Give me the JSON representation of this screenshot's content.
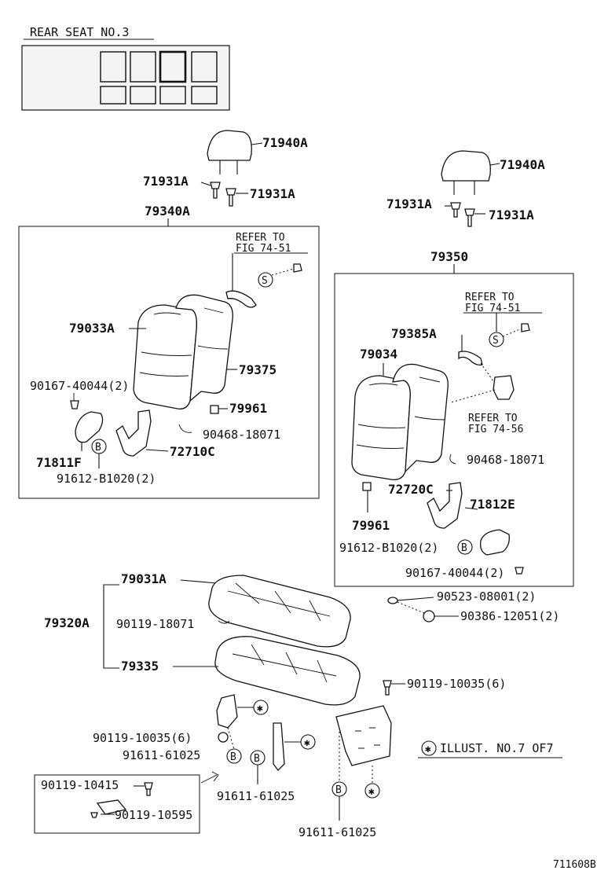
{
  "header": {
    "title": "REAR SEAT   NO.3"
  },
  "left_seat": {
    "headrest": "71940A",
    "support_left": "71931A",
    "support_right": "71931A",
    "assembly": "79340A",
    "refer_line1": "REFER TO",
    "refer_line2": "FIG 74-51",
    "symbol_s": "S",
    "cover": "79033A",
    "pad": "79375",
    "bolt": "90167-40044(2)",
    "guide": "79961",
    "clip": "90468-18071",
    "cover_trim": "71811F",
    "hinge": "72710C",
    "symbol_b": "B",
    "nut": "91612-B1020(2)"
  },
  "right_seat": {
    "headrest": "71940A",
    "support_left": "71931A",
    "support_right": "71931A",
    "assembly": "79350",
    "refer_line1": "REFER TO",
    "refer_line2": "FIG 74-51",
    "symbol_s": "S",
    "frame": "79385A",
    "cover": "79034",
    "refer2_line1": "REFER TO",
    "refer2_line2": "FIG 74-56",
    "clip": "90468-18071",
    "hinge": "72720C",
    "guide": "79961",
    "cover_trim": "71812E",
    "nut": "91612-B1020(2)",
    "symbol_b": "B",
    "bolt": "90167-40044(2)",
    "washer": "90523-08001(2)",
    "screw": "90386-12051(2)"
  },
  "cushion": {
    "cover": "79031A",
    "assembly": "79320A",
    "hog_ring": "90119-18071",
    "pad": "79335",
    "bolt_right": "90119-10035(6)",
    "bolt_left": "90119-10035(6)",
    "nut_left": "91611-61025",
    "nut_mid": "91611-61025",
    "nut_bottom": "91611-61025",
    "inset_bolt1": "90119-10415",
    "inset_bolt2": "90119-10595",
    "symbol_b": "B",
    "symbol_star": "✱",
    "note": "ILLUST. NO.7 OF7"
  },
  "footer": {
    "code": "711608B"
  }
}
